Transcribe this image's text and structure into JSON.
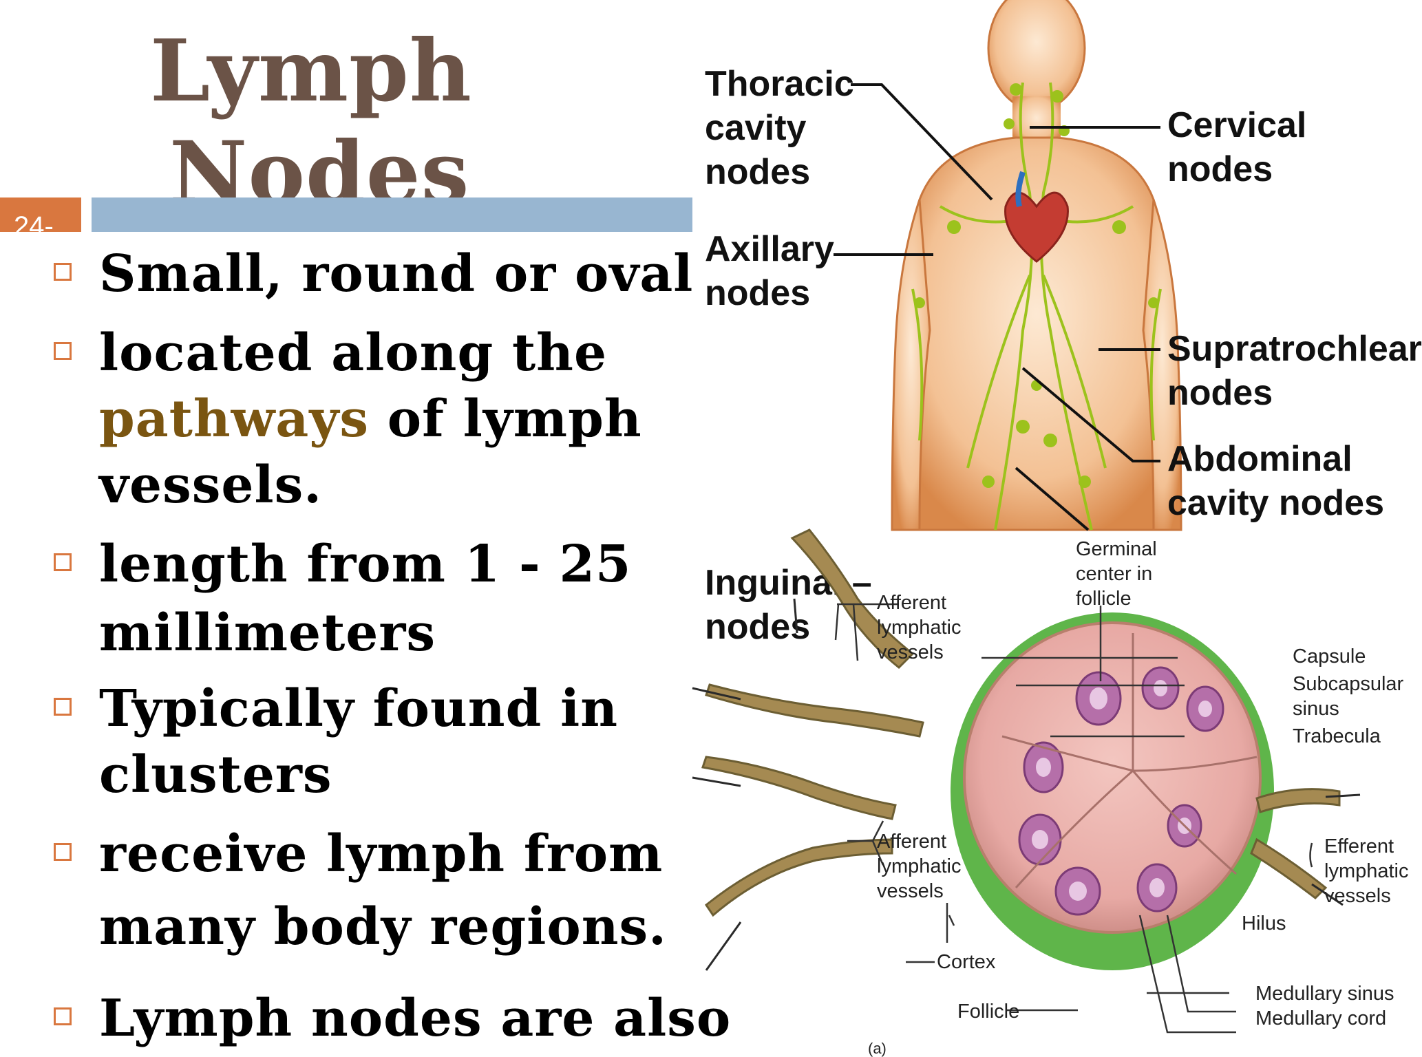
{
  "slide": {
    "title_line1": "Lymph",
    "title_line2": "Nodes",
    "slide_number": "24-"
  },
  "bullets": [
    {
      "lines": [
        "Small, round or oval"
      ]
    },
    {
      "line1_pre": "",
      "line1": "located along the",
      "line2_highlight": "pathways",
      "line2_rest": " of lymph",
      "line3": "vessels."
    },
    {
      "lines": [
        "length from 1 - 25",
        "millimeters"
      ]
    },
    {
      "lines": [
        "Typically found in",
        "clusters"
      ]
    },
    {
      "lines": [
        "receive lymph from",
        "many body regions."
      ]
    },
    {
      "lines": [
        "Lymph nodes are also"
      ]
    }
  ],
  "body_diagram": {
    "labels": {
      "thoracic": "Thoracic\ncavity\nnodes",
      "cervical": "Cervical\nnodes",
      "axillary": "Axillary\nnodes",
      "supratrochlear": "Supratrochlear\nnodes",
      "abdominal": "Abdominal\ncavity nodes",
      "inguinal": "Inguinal –\nnodes"
    }
  },
  "node_diagram": {
    "labels": {
      "germinal": "Germinal\ncenter in\nfollicle",
      "afferent_top": "Afferent\nlymphatic\nvessels",
      "capsule": "Capsule",
      "subcapsular": "Subcapsular\nsinus",
      "trabecula": "Trabecula",
      "afferent_bottom": "Afferent\nlymphatic\nvessels",
      "efferent": "Efferent\nlymphatic\nvessels",
      "hilus": "Hilus",
      "cortex": "Cortex",
      "follicle": "Follicle",
      "medullary_sinus": "Medullary sinus",
      "medullary_cord": "Medullary cord",
      "panel_letter": "(a)"
    }
  },
  "colors": {
    "title": "#6b5347",
    "accent_orange": "#d9773f",
    "blue_bar": "#98b6d1",
    "highlight": "#7a5511"
  }
}
